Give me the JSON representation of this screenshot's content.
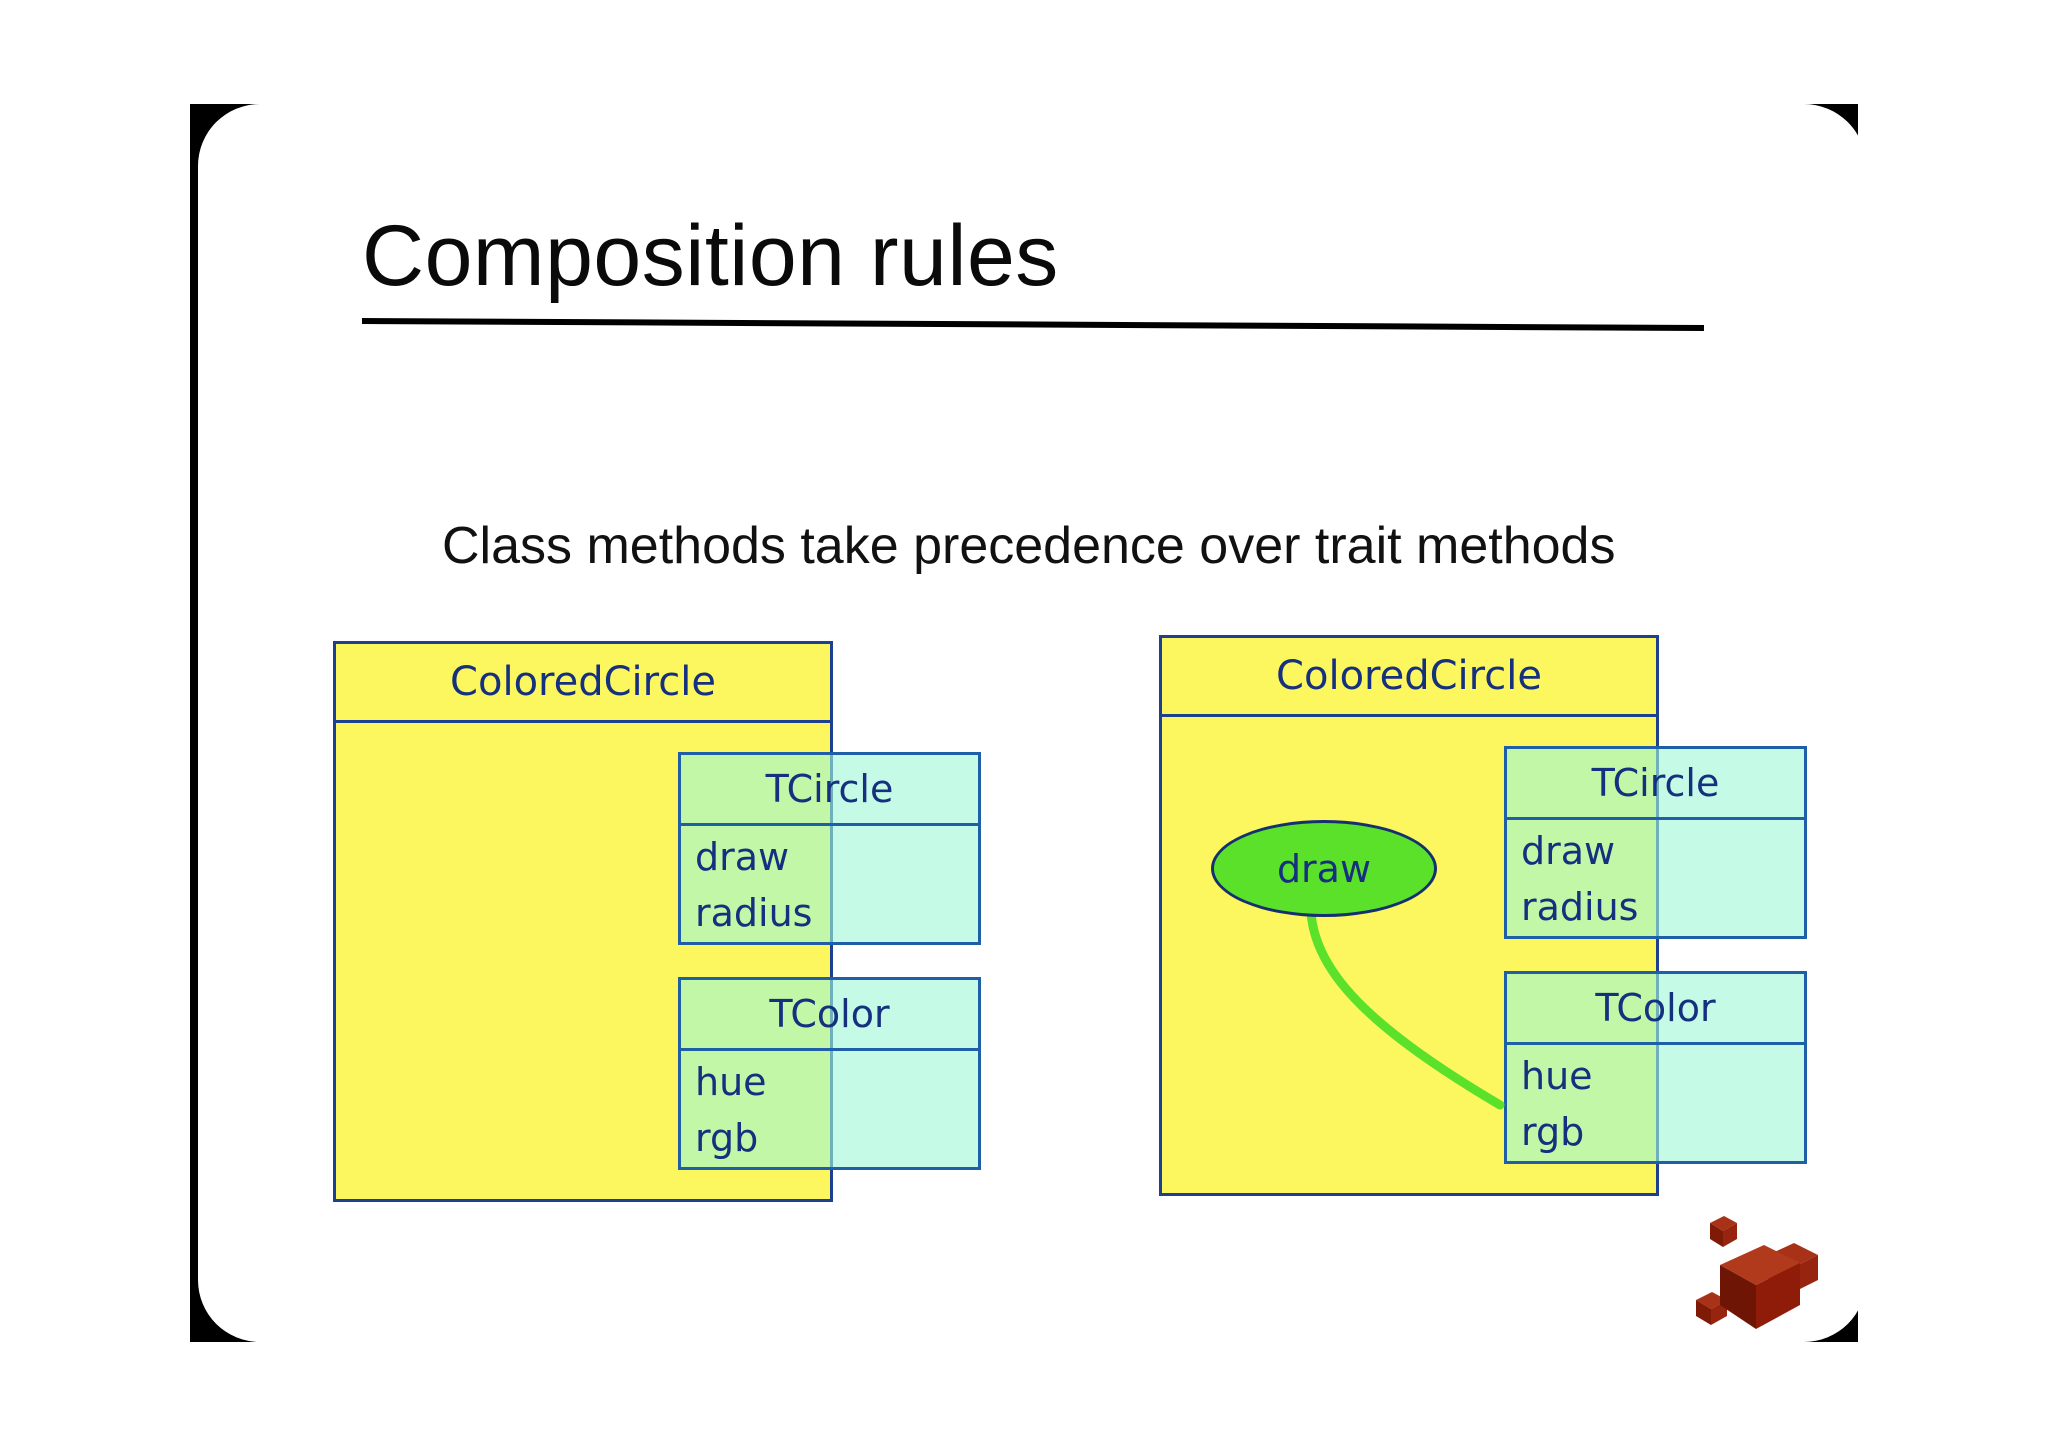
{
  "slide": {
    "title": "Composition rules",
    "subtitle": "Class methods take precedence over trait methods"
  },
  "colors": {
    "class_fill": "#FCF75E",
    "class_border": "#1F3F8F",
    "trait_fill": "#A0F7D6",
    "trait_border": "#1F5FA8",
    "text_blue": "#15307E",
    "ellipse_fill": "#5CE12B",
    "connector": "#5CE12B",
    "frame_black": "#000000",
    "panel_white": "#FFFFFF",
    "cube_red": "#8E1C08"
  },
  "diagrams": [
    {
      "id": "left",
      "class_name": "ColoredCircle",
      "ellipse": null,
      "connector": false,
      "traits": [
        {
          "name": "TCircle",
          "members": [
            "draw",
            "radius"
          ]
        },
        {
          "name": "TColor",
          "members": [
            "hue",
            "rgb"
          ]
        }
      ]
    },
    {
      "id": "right",
      "class_name": "ColoredCircle",
      "ellipse": {
        "label": "draw"
      },
      "connector": true,
      "traits": [
        {
          "name": "TCircle",
          "members": [
            "draw",
            "radius"
          ]
        },
        {
          "name": "TColor",
          "members": [
            "hue",
            "rgb"
          ]
        }
      ]
    }
  ],
  "decoration": {
    "cubes_label": "red-cubes-decoration"
  }
}
